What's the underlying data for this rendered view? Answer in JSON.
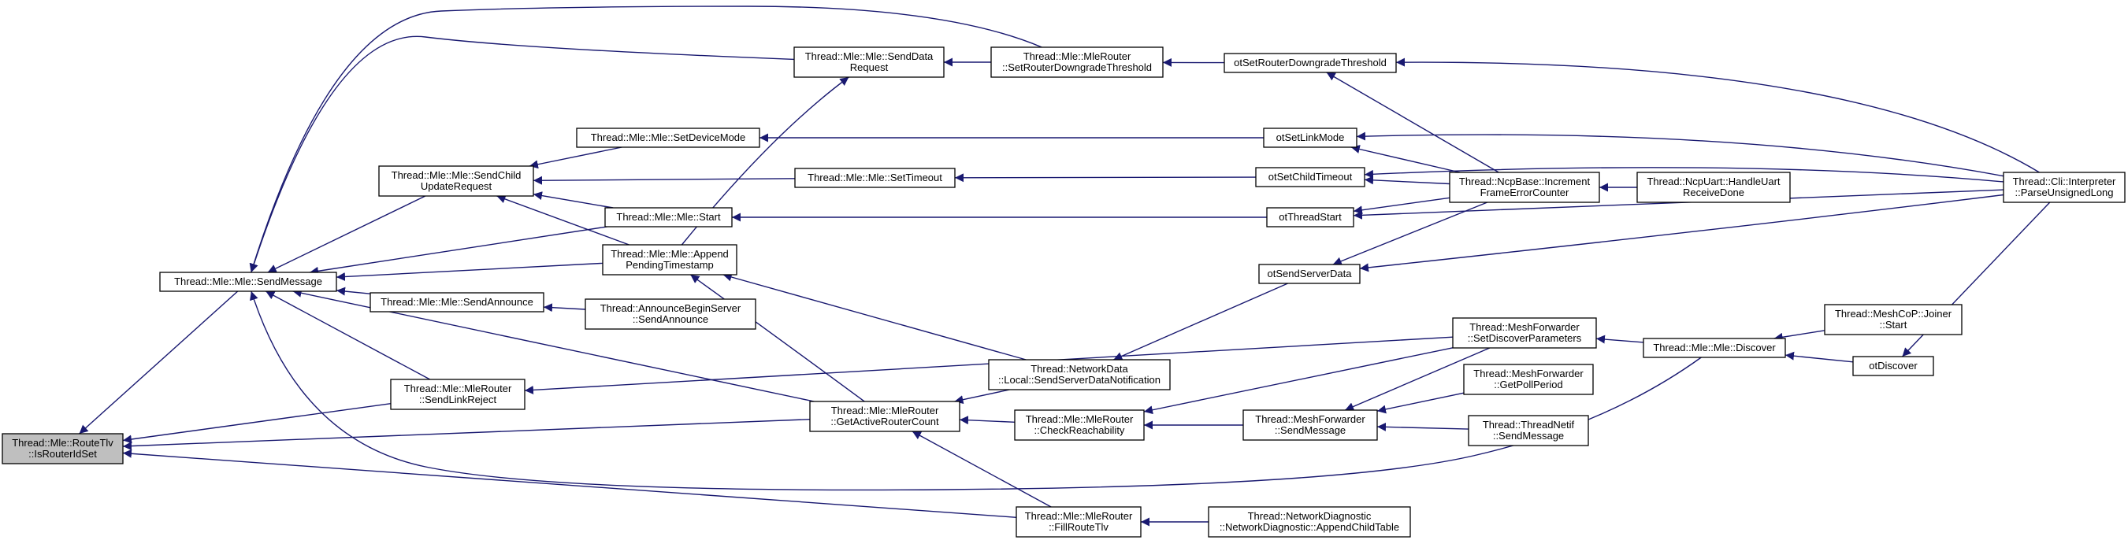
{
  "nodes": [
    {
      "id": "n_isrouter",
      "lines": [
        "Thread::Mle::RouteTlv",
        "::IsRouterIdSet"
      ],
      "root": true
    },
    {
      "id": "n_sendmessage",
      "lines": [
        "Thread::Mle::Mle::SendMessage"
      ]
    },
    {
      "id": "n_senddatareq",
      "lines": [
        "Thread::Mle::Mle::SendData",
        "Request"
      ]
    },
    {
      "id": "n_setrouterdown",
      "lines": [
        "Thread::Mle::MleRouter",
        "::SetRouterDowngradeThreshold"
      ]
    },
    {
      "id": "n_otsetrouterdown",
      "lines": [
        "otSetRouterDowngradeThreshold"
      ]
    },
    {
      "id": "n_setdevicemode",
      "lines": [
        "Thread::Mle::Mle::SetDeviceMode"
      ]
    },
    {
      "id": "n_sendchild",
      "lines": [
        "Thread::Mle::Mle::SendChild",
        "UpdateRequest"
      ]
    },
    {
      "id": "n_settimeout",
      "lines": [
        "Thread::Mle::Mle::SetTimeout"
      ]
    },
    {
      "id": "n_start",
      "lines": [
        "Thread::Mle::Mle::Start"
      ]
    },
    {
      "id": "n_appendpending",
      "lines": [
        "Thread::Mle::Mle::Append",
        "PendingTimestamp"
      ]
    },
    {
      "id": "n_sendannounce",
      "lines": [
        "Thread::Mle::Mle::SendAnnounce"
      ]
    },
    {
      "id": "n_announcebegin",
      "lines": [
        "Thread::AnnounceBeginServer",
        "::SendAnnounce"
      ]
    },
    {
      "id": "n_sendlinkreject",
      "lines": [
        "Thread::Mle::MleRouter",
        "::SendLinkReject"
      ]
    },
    {
      "id": "n_getactiverouter",
      "lines": [
        "Thread::Mle::MleRouter",
        "::GetActiveRouterCount"
      ]
    },
    {
      "id": "n_netdatanotify",
      "lines": [
        "Thread::NetworkData",
        "::Local::SendServerDataNotification"
      ]
    },
    {
      "id": "n_checkreach",
      "lines": [
        "Thread::Mle::MleRouter",
        "::CheckReachability"
      ]
    },
    {
      "id": "n_fillroute",
      "lines": [
        "Thread::Mle::MleRouter",
        "::FillRouteTlv"
      ]
    },
    {
      "id": "n_appendchild",
      "lines": [
        "Thread::NetworkDiagnostic",
        "::NetworkDiagnostic::AppendChildTable"
      ]
    },
    {
      "id": "n_otsetlinkmode",
      "lines": [
        "otSetLinkMode"
      ]
    },
    {
      "id": "n_otsetchildtimeout",
      "lines": [
        "otSetChildTimeout"
      ]
    },
    {
      "id": "n_otthreadstart",
      "lines": [
        "otThreadStart"
      ]
    },
    {
      "id": "n_otsendserver",
      "lines": [
        "otSendServerData"
      ]
    },
    {
      "id": "n_ncpincrement",
      "lines": [
        "Thread::NcpBase::Increment",
        "FrameErrorCounter"
      ]
    },
    {
      "id": "n_ncpuart",
      "lines": [
        "Thread::NcpUart::HandleUart",
        "ReceiveDone"
      ]
    },
    {
      "id": "n_meshsetdiscover",
      "lines": [
        "Thread::MeshForwarder",
        "::SetDiscoverParameters"
      ]
    },
    {
      "id": "n_meshsendmsg",
      "lines": [
        "Thread::MeshForwarder",
        "::SendMessage"
      ]
    },
    {
      "id": "n_meshgetpoll",
      "lines": [
        "Thread::MeshForwarder",
        "::GetPollPeriod"
      ]
    },
    {
      "id": "n_netifsend",
      "lines": [
        "Thread::ThreadNetif",
        "::SendMessage"
      ]
    },
    {
      "id": "n_discover",
      "lines": [
        "Thread::Mle::Mle::Discover"
      ]
    },
    {
      "id": "n_joinerstart",
      "lines": [
        "Thread::MeshCoP::Joiner",
        "::Start"
      ]
    },
    {
      "id": "n_otdiscover",
      "lines": [
        "otDiscover"
      ]
    },
    {
      "id": "n_cliparse",
      "lines": [
        "Thread::Cli::Interpreter",
        "::ParseUnsignedLong"
      ]
    }
  ],
  "edges": [
    {
      "from": "n_sendmessage",
      "to": "n_isrouter"
    },
    {
      "from": "n_sendlinkreject",
      "to": "n_isrouter"
    },
    {
      "from": "n_getactiverouter",
      "to": "n_isrouter"
    },
    {
      "from": "n_fillroute",
      "to": "n_isrouter"
    },
    {
      "from": "n_senddatareq",
      "to": "n_sendmessage"
    },
    {
      "from": "n_setrouterdown",
      "to": "n_sendmessage"
    },
    {
      "from": "n_sendchild",
      "to": "n_sendmessage"
    },
    {
      "from": "n_start",
      "to": "n_sendmessage"
    },
    {
      "from": "n_appendpending",
      "to": "n_sendmessage"
    },
    {
      "from": "n_sendannounce",
      "to": "n_sendmessage"
    },
    {
      "from": "n_sendlinkreject",
      "to": "n_sendmessage"
    },
    {
      "from": "n_getactiverouter",
      "to": "n_sendmessage"
    },
    {
      "from": "n_discover",
      "to": "n_sendmessage"
    },
    {
      "from": "n_setrouterdown",
      "to": "n_senddatareq"
    },
    {
      "from": "n_appendpending",
      "to": "n_senddatareq"
    },
    {
      "from": "n_otsetrouterdown",
      "to": "n_setrouterdown"
    },
    {
      "from": "n_cliparse",
      "to": "n_otsetrouterdown"
    },
    {
      "from": "n_ncpincrement",
      "to": "n_otsetrouterdown"
    },
    {
      "from": "n_setdevicemode",
      "to": "n_sendchild"
    },
    {
      "from": "n_settimeout",
      "to": "n_sendchild"
    },
    {
      "from": "n_start",
      "to": "n_sendchild"
    },
    {
      "from": "n_appendpending",
      "to": "n_sendchild"
    },
    {
      "from": "n_otsetlinkmode",
      "to": "n_setdevicemode"
    },
    {
      "from": "n_otsetchildtimeout",
      "to": "n_settimeout"
    },
    {
      "from": "n_otthreadstart",
      "to": "n_start"
    },
    {
      "from": "n_getactiverouter",
      "to": "n_appendpending"
    },
    {
      "from": "n_netdatanotify",
      "to": "n_appendpending"
    },
    {
      "from": "n_announcebegin",
      "to": "n_sendannounce"
    },
    {
      "from": "n_meshsetdiscover",
      "to": "n_sendlinkreject"
    },
    {
      "from": "n_netdatanotify",
      "to": "n_getactiverouter"
    },
    {
      "from": "n_checkreach",
      "to": "n_getactiverouter"
    },
    {
      "from": "n_fillroute",
      "to": "n_getactiverouter"
    },
    {
      "from": "n_otsendserver",
      "to": "n_netdatanotify"
    },
    {
      "from": "n_meshsetdiscover",
      "to": "n_checkreach"
    },
    {
      "from": "n_meshsendmsg",
      "to": "n_checkreach"
    },
    {
      "from": "n_appendchild",
      "to": "n_fillroute"
    },
    {
      "from": "n_cliparse",
      "to": "n_otsetlinkmode"
    },
    {
      "from": "n_ncpincrement",
      "to": "n_otsetlinkmode"
    },
    {
      "from": "n_cliparse",
      "to": "n_otsetchildtimeout"
    },
    {
      "from": "n_ncpincrement",
      "to": "n_otsetchildtimeout"
    },
    {
      "from": "n_cliparse",
      "to": "n_otthreadstart"
    },
    {
      "from": "n_ncpincrement",
      "to": "n_otthreadstart"
    },
    {
      "from": "n_cliparse",
      "to": "n_otsendserver"
    },
    {
      "from": "n_ncpincrement",
      "to": "n_otsendserver"
    },
    {
      "from": "n_ncpuart",
      "to": "n_ncpincrement"
    },
    {
      "from": "n_discover",
      "to": "n_meshsetdiscover"
    },
    {
      "from": "n_meshsetdiscover",
      "to": "n_meshsendmsg"
    },
    {
      "from": "n_meshgetpoll",
      "to": "n_meshsendmsg"
    },
    {
      "from": "n_netifsend",
      "to": "n_meshsendmsg"
    },
    {
      "from": "n_joinerstart",
      "to": "n_discover"
    },
    {
      "from": "n_otdiscover",
      "to": "n_discover"
    },
    {
      "from": "n_cliparse",
      "to": "n_otdiscover"
    }
  ]
}
